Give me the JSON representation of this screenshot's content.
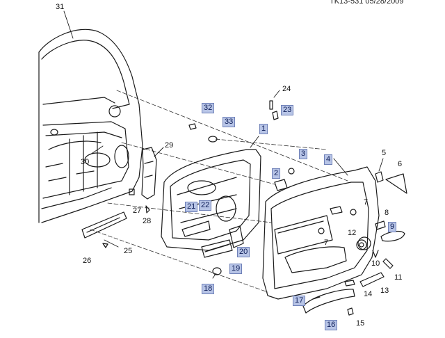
{
  "header": {
    "text": "TK13-531  05/28/2009"
  },
  "callouts": [
    {
      "label": "31",
      "highlighted": false
    },
    {
      "label": "24",
      "highlighted": false
    },
    {
      "label": "32",
      "highlighted": true
    },
    {
      "label": "23",
      "highlighted": true
    },
    {
      "label": "33",
      "highlighted": true
    },
    {
      "label": "1",
      "highlighted": true
    },
    {
      "label": "29",
      "highlighted": false
    },
    {
      "label": "3",
      "highlighted": true
    },
    {
      "label": "4",
      "highlighted": true
    },
    {
      "label": "5",
      "highlighted": false
    },
    {
      "label": "6",
      "highlighted": false
    },
    {
      "label": "30",
      "highlighted": false
    },
    {
      "label": "2",
      "highlighted": true
    },
    {
      "label": "27",
      "highlighted": false
    },
    {
      "label": "21",
      "highlighted": true
    },
    {
      "label": "22",
      "highlighted": true
    },
    {
      "label": "7",
      "highlighted": false
    },
    {
      "label": "8",
      "highlighted": false
    },
    {
      "label": "28",
      "highlighted": false
    },
    {
      "label": "9",
      "highlighted": true
    },
    {
      "label": "12",
      "highlighted": false
    },
    {
      "label": "25",
      "highlighted": false
    },
    {
      "label": "20",
      "highlighted": true
    },
    {
      "label": "7",
      "highlighted": false
    },
    {
      "label": "26",
      "highlighted": false
    },
    {
      "label": "10",
      "highlighted": false
    },
    {
      "label": "19",
      "highlighted": true
    },
    {
      "label": "11",
      "highlighted": false
    },
    {
      "label": "18",
      "highlighted": true
    },
    {
      "label": "13",
      "highlighted": false
    },
    {
      "label": "14",
      "highlighted": false
    },
    {
      "label": "17",
      "highlighted": true
    },
    {
      "label": "16",
      "highlighted": true
    },
    {
      "label": "15",
      "highlighted": false
    }
  ],
  "colors": {
    "line": "#1a1a1a",
    "highlight_fill": "#b7c4e6",
    "highlight_border": "#6f81b8",
    "highlight_text": "#0b1b56"
  }
}
